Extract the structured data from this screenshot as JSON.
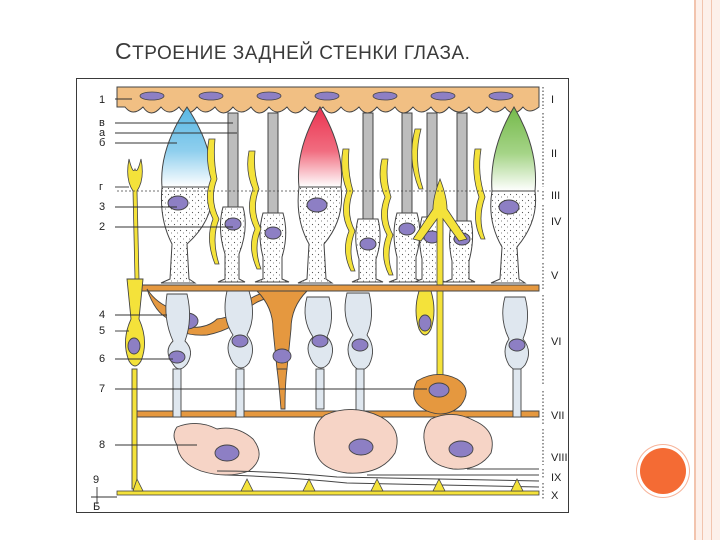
{
  "slide": {
    "title_first_letter": "С",
    "title_rest": "ТРОЕНИЕ ЗАДНЕЙ СТЕНКИ ГЛАЗА."
  },
  "diagram": {
    "left_labels": [
      "1",
      "в",
      "а",
      "б",
      "г",
      "3",
      "2",
      "4",
      "5",
      "6",
      "7",
      "8",
      "9",
      "Б"
    ],
    "right_labels": [
      "I",
      "II",
      "III",
      "IV",
      "V",
      "VI",
      "VII",
      "VIII",
      "IX",
      "X"
    ],
    "colors": {
      "rod_gray": "#bdbdbd",
      "cone_blue": "#58b7e3",
      "cone_red": "#ea3350",
      "cone_green": "#74b94a",
      "nucleus": "#8d7fc4",
      "muller_yellow": "#f4e23a",
      "horizontal_orange": "#e5983f",
      "ganglion_pink": "#f6d4c6",
      "slide_accent": "#f46b34"
    }
  }
}
